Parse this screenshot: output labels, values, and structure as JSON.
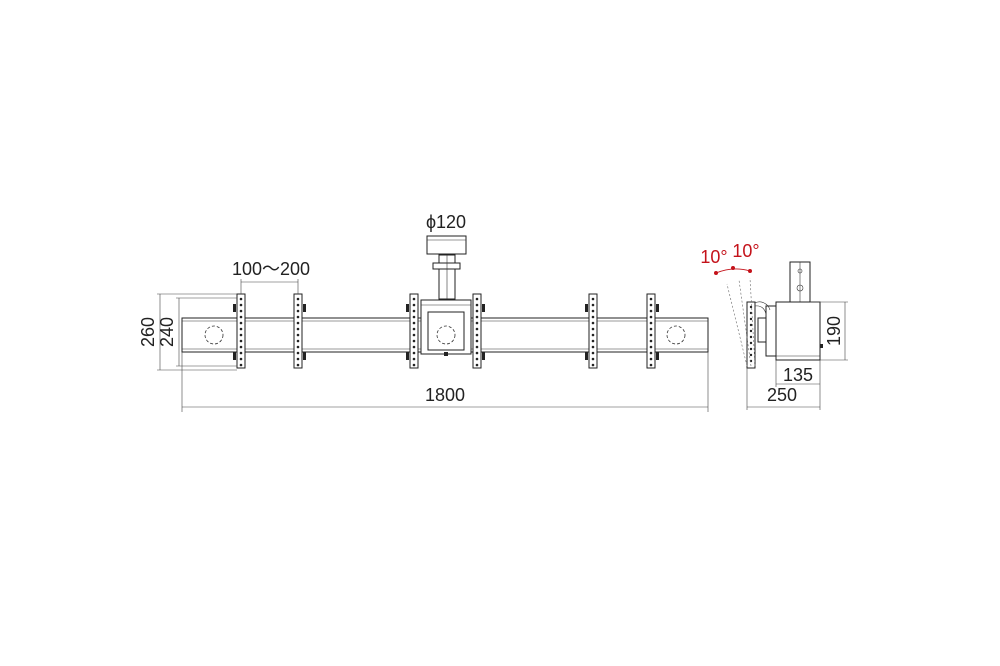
{
  "dimensions": {
    "pole_diameter": "ϕ120",
    "vesa_range": "100～200",
    "total_width": "1800",
    "height_outer": "260",
    "height_inner": "240",
    "tilt_left": "10°",
    "tilt_right": "10°",
    "side_height": "190",
    "side_depth_inner": "135",
    "side_depth_outer": "250"
  },
  "colors": {
    "line": "#222222",
    "accent_red": "#c4121a"
  }
}
